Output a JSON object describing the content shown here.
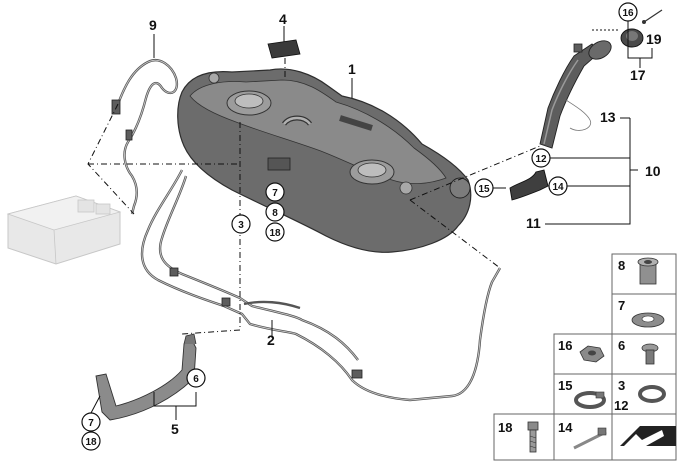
{
  "callouts": {
    "n1": "1",
    "n2": "2",
    "n3": "3",
    "n4": "4",
    "n5": "5",
    "n6": "6",
    "n7": "7",
    "n8": "8",
    "n9": "9",
    "n10": "10",
    "n11": "11",
    "n12": "12",
    "n13": "13",
    "n14": "14",
    "n15": "15",
    "n16": "16",
    "n17": "17",
    "n18": "18",
    "n19": "19"
  },
  "parts_table": [
    {
      "id": "8"
    },
    {
      "id": "7"
    },
    {
      "id": "16"
    },
    {
      "id": "6"
    },
    {
      "id": "15"
    },
    {
      "id": "3",
      "sub": "12"
    },
    {
      "id": "18"
    },
    {
      "id": "14"
    }
  ],
  "icons": {
    "tank": "fuel-tank-icon",
    "canister": "carbon-canister-icon",
    "filler": "filler-neck-icon",
    "cap": "fuel-cap-icon",
    "nav": "arrow-icon"
  },
  "colors": {
    "tank": "#6c6c6c",
    "line": "#111111",
    "table_border": "#666666",
    "ghost": "#d9d9d9"
  }
}
